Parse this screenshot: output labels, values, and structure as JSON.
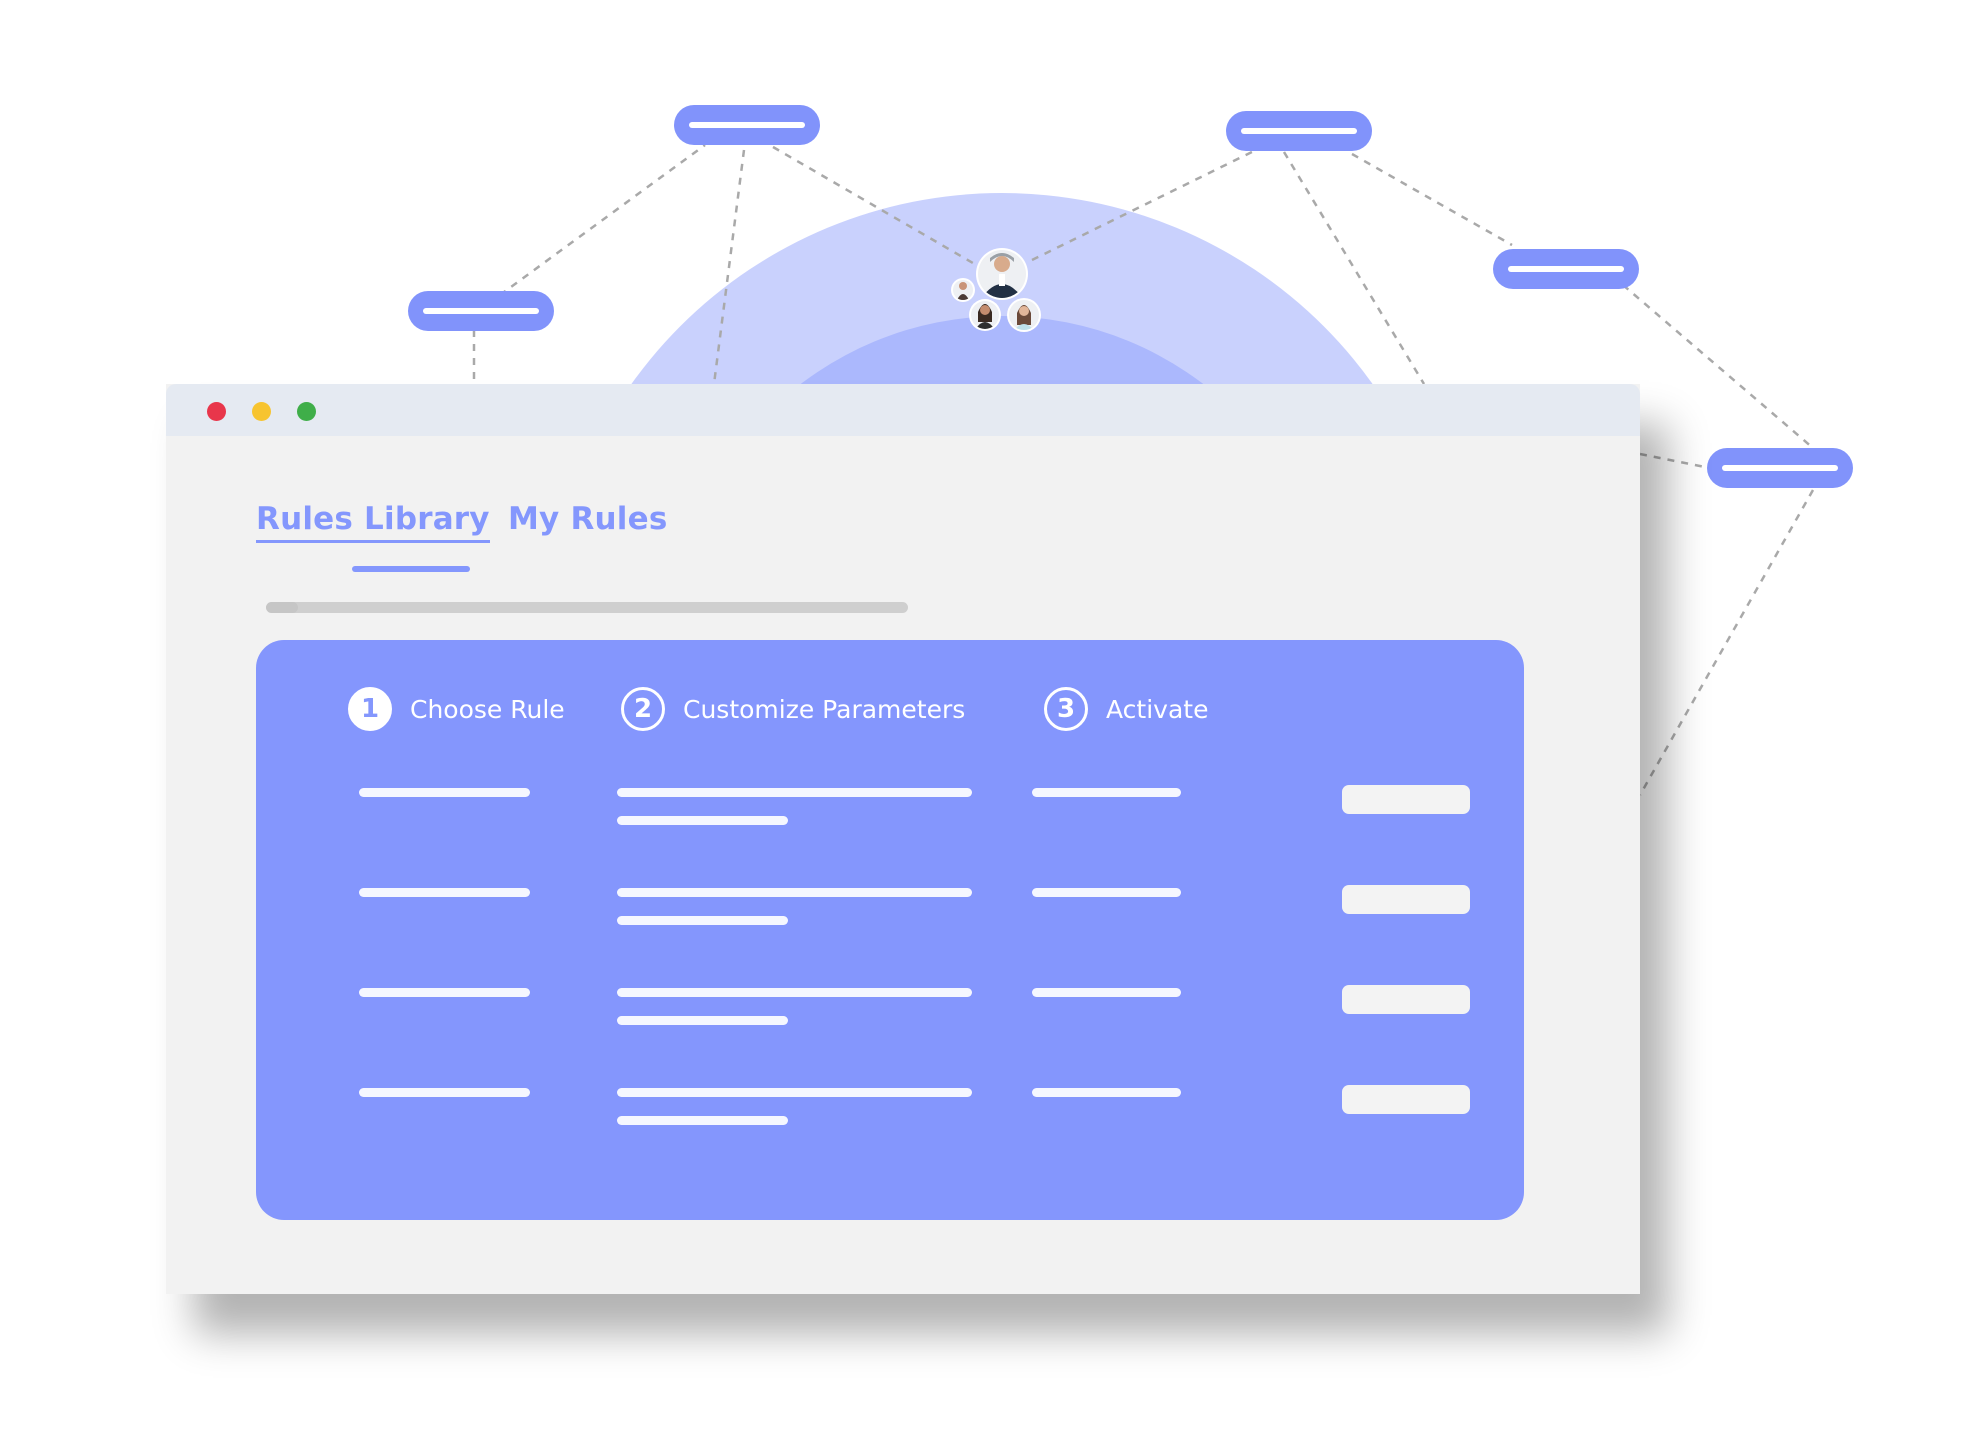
{
  "colors": {
    "accent": "#8497fd",
    "panel": "#8496fd",
    "node": "#8193fb",
    "halo_outer": "#c9d1fd",
    "halo_inner": "#abb8fd",
    "connector": "#a9a9a9",
    "window_bg": "#f2f2f2",
    "titlebar": "#e5eaf2",
    "close": "#e8364b",
    "minimize": "#f7c430",
    "maximize": "#3fae49",
    "text_light": "#ffffff"
  },
  "window": {
    "controls": [
      "close-icon",
      "minimize-icon",
      "maximize-icon"
    ]
  },
  "tabs": [
    {
      "label": "Rules Library",
      "active": true
    },
    {
      "label": "My Rules",
      "active": false
    }
  ],
  "progress": {
    "fraction": 0.05
  },
  "steps": [
    {
      "number": "1",
      "label": "Choose Rule",
      "style": "filled"
    },
    {
      "number": "2",
      "label": "Customize Parameters",
      "style": "outline"
    },
    {
      "number": "3",
      "label": "Activate",
      "style": "outline"
    }
  ],
  "rows_count": 4,
  "network": {
    "avatar_icons": [
      "person-avatar-icon",
      "person-avatar-icon",
      "person-avatar-icon",
      "person-avatar-icon"
    ],
    "node_count": 6
  }
}
